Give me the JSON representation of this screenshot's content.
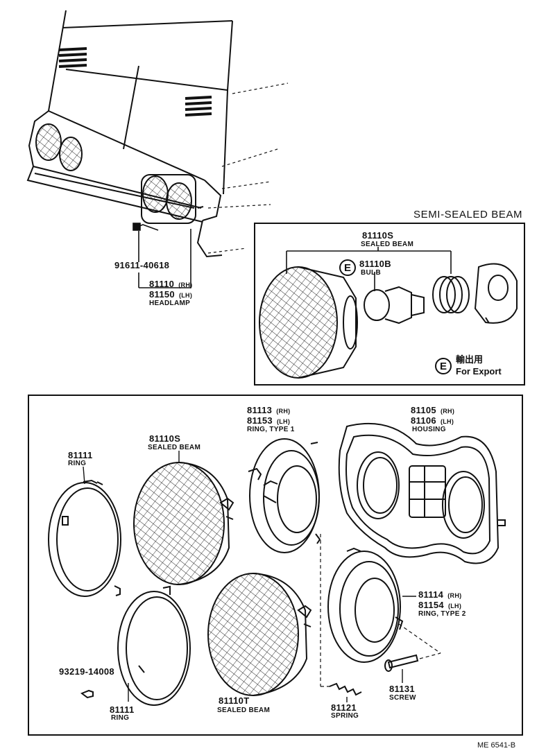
{
  "diagram": {
    "semi_sealed_title": "SEMI-SEALED BEAM",
    "doc_code": "ME 6541-B",
    "export_mark": "E",
    "export_jp": "輸出用",
    "export_en": "For Export",
    "upper": {
      "bolt_no": "91611-40618",
      "headlamp_rh": "81110",
      "headlamp_lh": "81150",
      "rh": "(RH)",
      "lh": "(LH)",
      "headlamp_name": "HEADLAMP"
    },
    "inset": {
      "sealed_no": "81110S",
      "sealed_name": "SEALED BEAM",
      "bulb_no": "81110B",
      "bulb_name": "BULB"
    },
    "parts": {
      "ring_a_no": "81111",
      "ring_a_name": "RING",
      "beam_a_no": "81110S",
      "beam_a_name": "SEALED BEAM",
      "ring1_rh": "81113",
      "ring1_lh": "81153",
      "ring1_name": "RING, TYPE 1",
      "housing_rh": "81105",
      "housing_lh": "81106",
      "housing_name": "HOUSING",
      "ring2_rh": "81114",
      "ring2_lh": "81154",
      "ring2_name": "RING, TYPE 2",
      "screw_b_no": "93219-14008",
      "ring_b_no": "81111",
      "ring_b_name": "RING",
      "beam_b_no": "81110T",
      "beam_b_name": "SEALED BEAM",
      "spring_no": "81121",
      "spring_name": "SPRING",
      "screw_no": "81131",
      "screw_name": "SCREW",
      "rh": "(RH)",
      "lh": "(LH)"
    }
  }
}
